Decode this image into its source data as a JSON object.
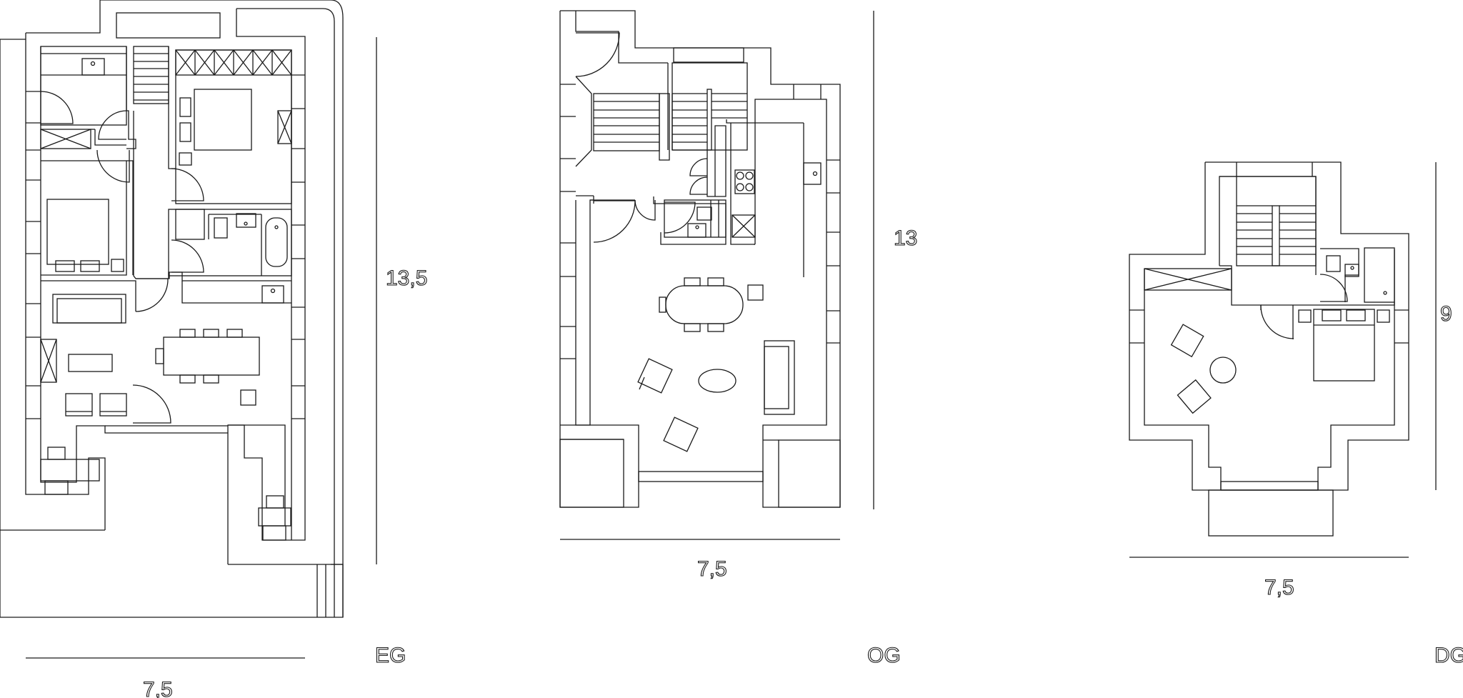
{
  "plans": [
    {
      "floor_label": "EG",
      "width_label": "7,5",
      "height_label": "13,5"
    },
    {
      "floor_label": "OG",
      "width_label": "7,5",
      "height_label": "13"
    },
    {
      "floor_label": "DG",
      "width_label": "7,5",
      "height_label": "9"
    }
  ]
}
